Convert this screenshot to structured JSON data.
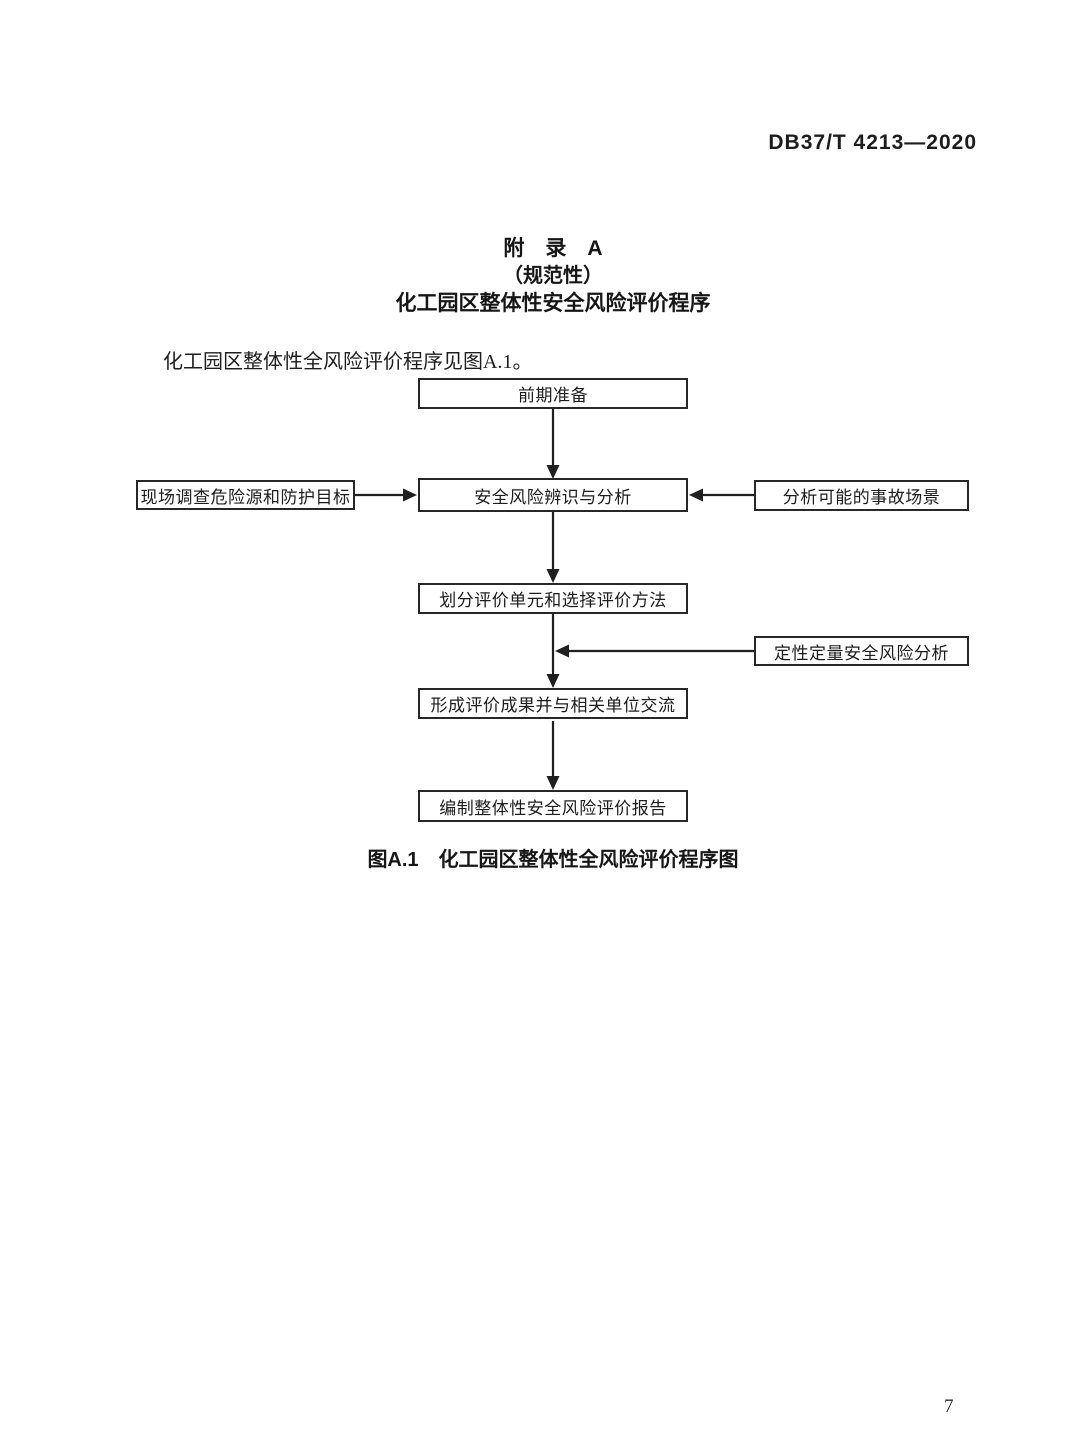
{
  "page": {
    "header": "DB37/T 4213—2020",
    "page_number": "7"
  },
  "appendix": {
    "title": "附　录　A",
    "subtitle": "（规范性）",
    "heading": "化工园区整体性安全风险评价程序",
    "body_text": "化工园区整体性全风险评价程序见图A.1。",
    "figure_caption": "图A.1　化工园区整体性全风险评价程序图"
  },
  "flowchart": {
    "nodes": [
      {
        "id": "prep",
        "label": "前期准备"
      },
      {
        "id": "survey",
        "label": "现场调查危险源和防护目标"
      },
      {
        "id": "identify",
        "label": "安全风险辨识与分析"
      },
      {
        "id": "scenario",
        "label": "分析可能的事故场景"
      },
      {
        "id": "divide",
        "label": "划分评价单元和选择评价方法"
      },
      {
        "id": "analysis",
        "label": "定性定量安全风险分析"
      },
      {
        "id": "results",
        "label": "形成评价成果并与相关单位交流"
      },
      {
        "id": "report",
        "label": "编制整体性安全风险评价报告"
      }
    ],
    "edges": [
      {
        "from": "prep",
        "to": "identify"
      },
      {
        "from": "survey",
        "to": "identify"
      },
      {
        "from": "scenario",
        "to": "identify"
      },
      {
        "from": "identify",
        "to": "divide"
      },
      {
        "from": "divide",
        "to": "results"
      },
      {
        "from": "analysis",
        "to": "divide-results-connector"
      },
      {
        "from": "results",
        "to": "report"
      }
    ],
    "line_color": "#1f1f1f"
  }
}
